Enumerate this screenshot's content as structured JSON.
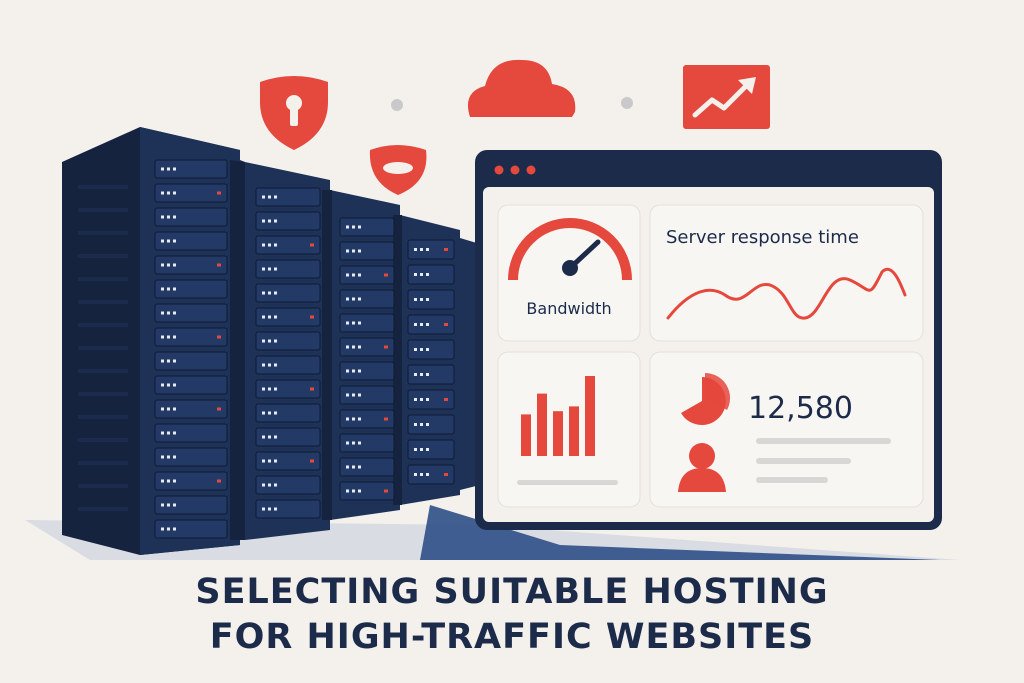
{
  "dashboard": {
    "bandwidth_label": "Bandwidth",
    "response_label": "Server response time",
    "visitor_count": "12,580",
    "bar_levels": [
      0.52,
      0.78,
      0.56,
      0.62,
      1.0
    ]
  },
  "caption": {
    "line1": "SELECTING SUITABLE HOSTING",
    "line2": "FOR HIGH-TRAFFIC WEBSITES"
  },
  "colors": {
    "accent": "#e5483d",
    "navy": "#1c2b4a",
    "background": "#f4f1ec"
  }
}
